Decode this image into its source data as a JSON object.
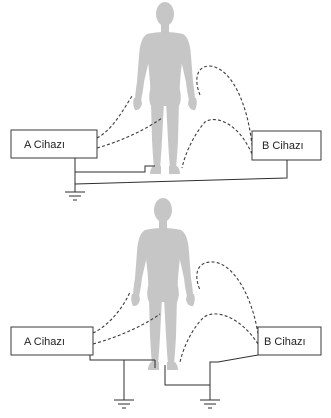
{
  "panels": [
    {
      "device_a_label": "A Cihazı",
      "device_b_label": "B Cihazı",
      "ground_count": 1
    },
    {
      "device_a_label": "A Cihazı",
      "device_b_label": "B Cihazı",
      "ground_count": 2
    }
  ],
  "colors": {
    "body_silhouette": "#c6c6c6",
    "lines": "#2e2e2e",
    "background": "#ffffff"
  },
  "icons": [
    "human-body-silhouette",
    "ground-symbol"
  ]
}
